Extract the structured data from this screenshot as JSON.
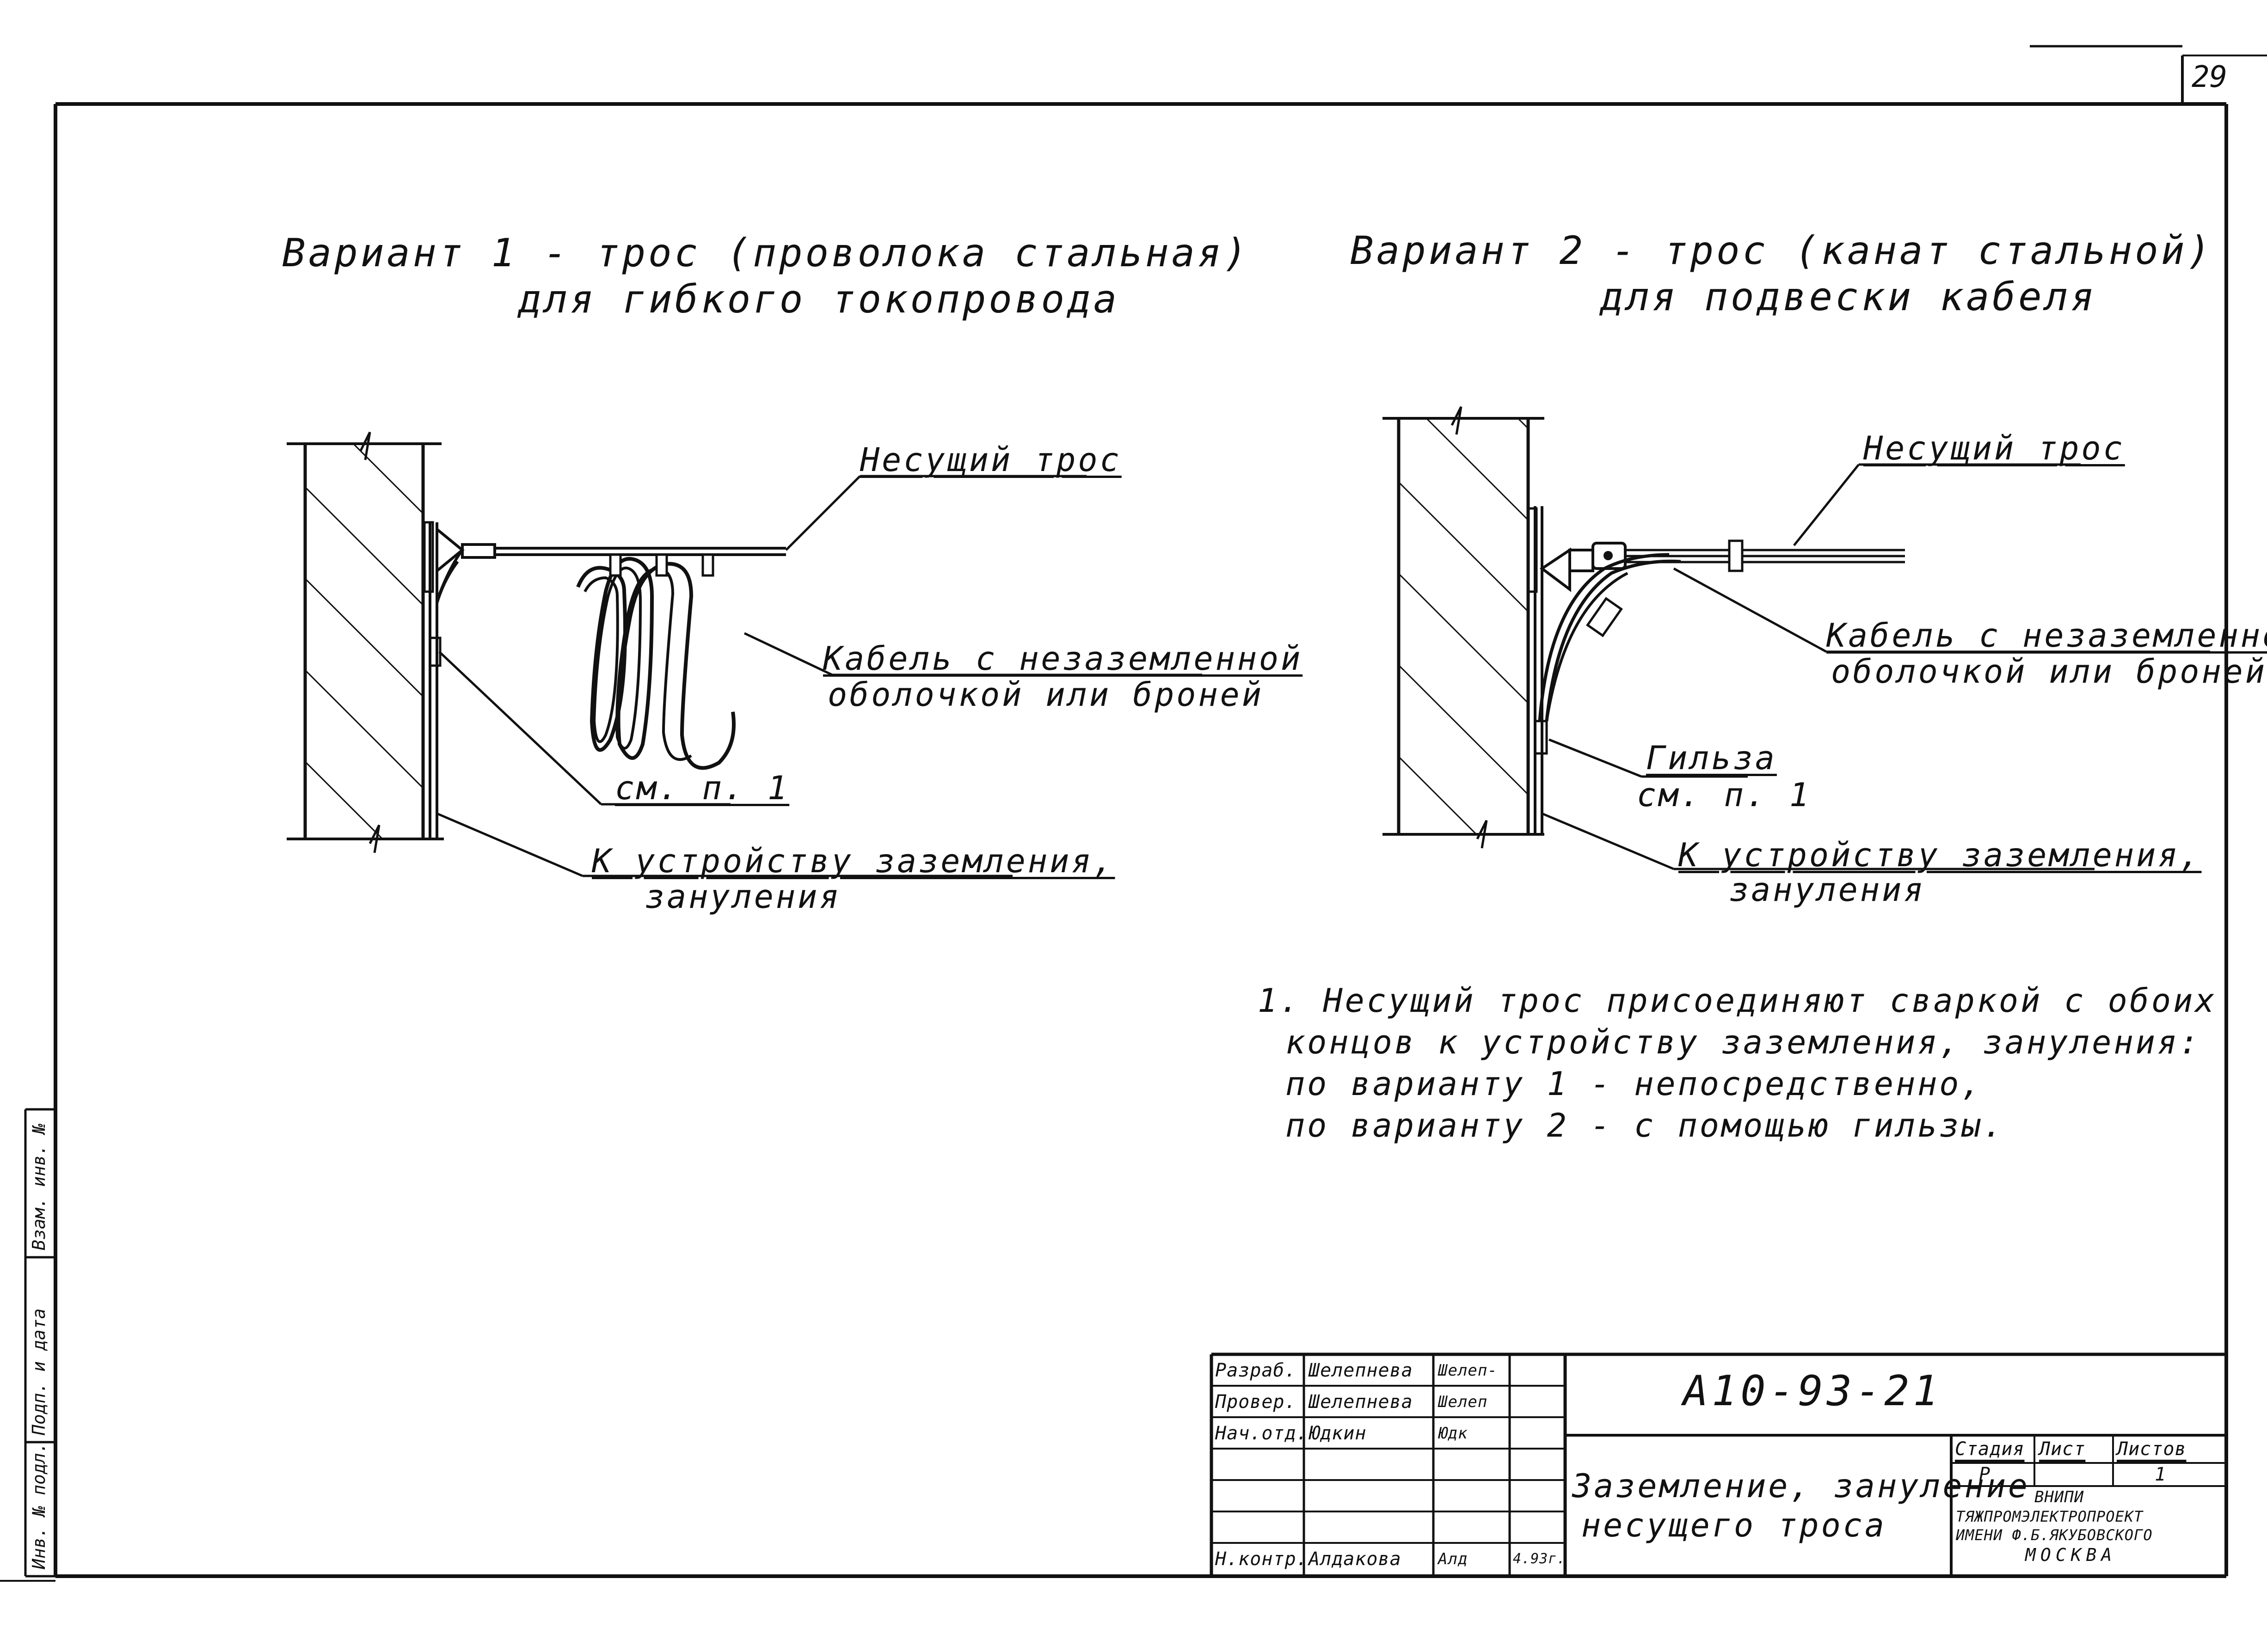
{
  "page_number": "29",
  "variant1": {
    "title_line1": "Вариант 1 - трос (проволока стальная)",
    "title_line2": "для гибкого токопровода",
    "label_cable_support": "Несущий трос",
    "label_cable_line1": "Кабель с незаземленной",
    "label_cable_line2": "оболочкой или броней",
    "label_ref": "см. п. 1",
    "label_ground_line1": "К устройству заземления,",
    "label_ground_line2": "зануления"
  },
  "variant2": {
    "title_line1": "Вариант 2 - трос (канат стальной)",
    "title_line2": "для подвески кабеля",
    "label_cable_support": "Несущий трос",
    "label_cable_line1": "Кабель с незаземленной",
    "label_cable_line2": "оболочкой или броней",
    "label_sleeve": "Гильза",
    "label_ref": "см. п. 1",
    "label_ground_line1": "К устройству заземления,",
    "label_ground_line2": "зануления"
  },
  "notes": [
    "1. Несущий трос присоединяют сваркой с обоих",
    "концов к устройству заземления, зануления:",
    "по варианту 1 - непосредственно,",
    "по варианту 2 - с помощью гильзы."
  ],
  "title_block": {
    "rows": [
      {
        "role": "Разраб.",
        "name": "Шелепнева",
        "sign": "Шелеп-"
      },
      {
        "role": "Провер.",
        "name": "Шелепнева",
        "sign": "Шелеп"
      },
      {
        "role": "Нач.отд.",
        "name": "Юдкин",
        "sign": "Юдк"
      },
      {
        "role": "",
        "name": "",
        "sign": ""
      },
      {
        "role": "",
        "name": "",
        "sign": ""
      },
      {
        "role": "",
        "name": "",
        "sign": ""
      },
      {
        "role": "Н.контр.",
        "name": "Алдакова",
        "sign": "Алд",
        "date": "4.93г."
      }
    ],
    "document_code": "А10-93-21",
    "sheet_title_line1": "Заземление, зануление",
    "sheet_title_line2": "несущего троса",
    "col_stage": "Стадия",
    "col_sheet": "Лист",
    "col_sheets": "Листов",
    "val_stage": "Р",
    "val_sheet": "",
    "val_sheets": "1",
    "org_line1": "ВНИПИ",
    "org_line2": "ТЯЖПРОМЭЛЕКТРОПРОЕКТ",
    "org_line3": "ИМЕНИ Ф.Б.ЯКУБОВСКОГО",
    "org_line4": "МОСКВА"
  },
  "side_stamp": {
    "cell1": "Инв. № подл.",
    "cell2": "Подп. и дата",
    "cell3": "Взам. инв. №"
  }
}
